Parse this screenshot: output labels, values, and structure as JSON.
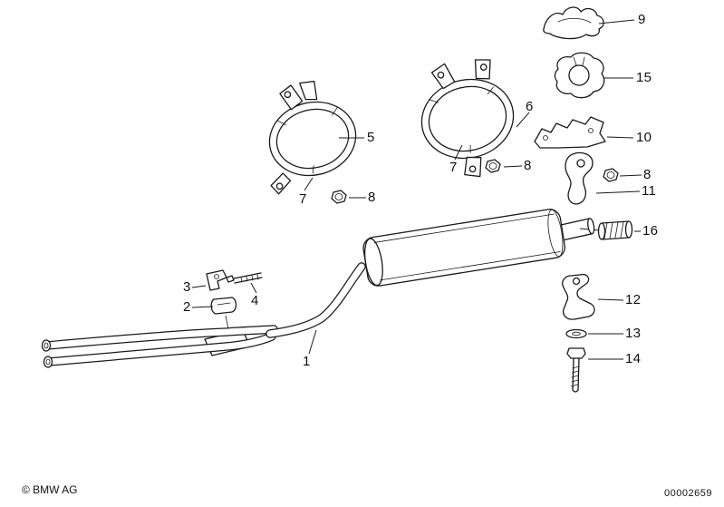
{
  "diagram": {
    "kind": "exploded-parts-diagram",
    "ink_color": "#1a1a1a",
    "background_color": "#ffffff"
  },
  "footer": {
    "copyright": "© BMW AG",
    "doc_number": "00002659"
  },
  "callouts": [
    {
      "label": "9"
    },
    {
      "label": "15"
    },
    {
      "label": "5"
    },
    {
      "label": "6"
    },
    {
      "label": "10"
    },
    {
      "label": "7"
    },
    {
      "label": "8"
    },
    {
      "label": "7"
    },
    {
      "label": "8"
    },
    {
      "label": "8"
    },
    {
      "label": "11"
    },
    {
      "label": "16"
    },
    {
      "label": "3"
    },
    {
      "label": "4"
    },
    {
      "label": "2"
    },
    {
      "label": "12"
    },
    {
      "label": "1"
    },
    {
      "label": "13"
    },
    {
      "label": "14"
    }
  ]
}
